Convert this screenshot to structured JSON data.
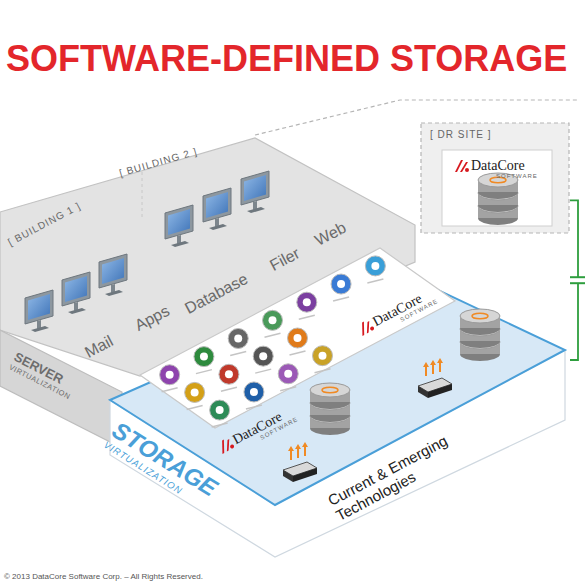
{
  "diagram": {
    "title": "SOFTWARE-DEFINED STORAGE",
    "nodes": [
      {
        "text": [
          "[ DR SITE ]",
          "DataCore",
          "SOFTWARE"
        ]
      },
      {
        "text": [
          "SERVER",
          "VIRTUALIZATION"
        ]
      },
      {
        "text": [
          "DataCore",
          "SOFTWARE",
          "STORAGE",
          "VIRTUALIZATION",
          "Current & Emerging Technologies"
        ]
      },
      {
        "text": [
          "DataCore",
          "SOFTWARE"
        ]
      }
    ],
    "edges": [
      {
        "from": 0,
        "to": 2,
        "arrow": "none"
      }
    ],
    "labels": [
      "[ BUILDING 1 ]",
      "[ BUILDING 2 ]",
      "Mail",
      "Apps",
      "Database",
      "Filer",
      "Web",
      "© 2013 DataCore Software Corp. – All Rights Reserved."
    ]
  }
}
